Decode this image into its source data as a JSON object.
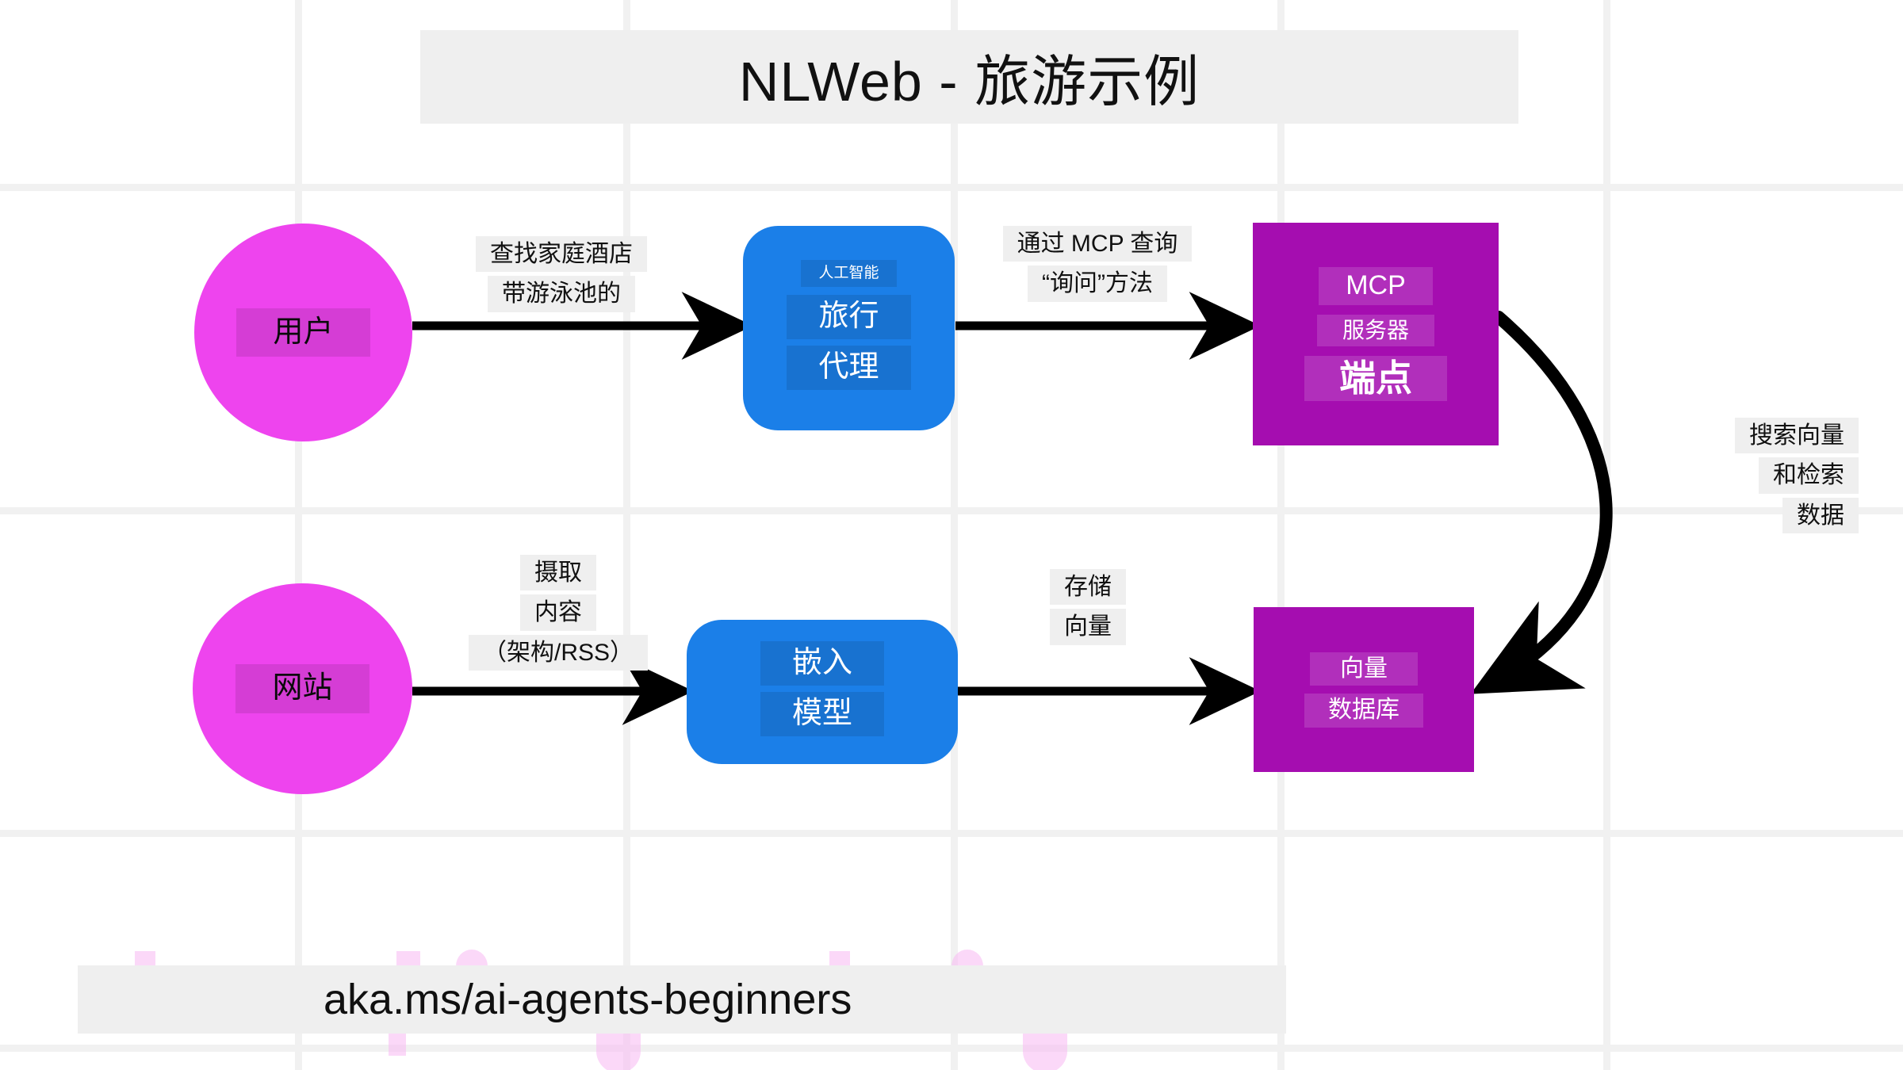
{
  "title": "NLWeb - 旅游示例",
  "footer": "aka.ms/ai-agents-beginners",
  "colors": {
    "magenta": "#EE44EE",
    "blue": "#1B7FE8",
    "purple": "#A50DB0",
    "label_bg": "#EFEFEF",
    "gridline": "#F1F1F1",
    "arrow": "#000000"
  },
  "nodes": {
    "user": {
      "label": "用户"
    },
    "agent": {
      "line1": "人工智能",
      "line2": "旅行",
      "line3": "代理"
    },
    "mcp_server": {
      "line1": "MCP",
      "line2": "服务器",
      "line3": "端点"
    },
    "website": {
      "label": "网站"
    },
    "embedding": {
      "line1": "嵌入",
      "line2": "模型"
    },
    "vector_db": {
      "line1": "向量",
      "line2": "数据库"
    }
  },
  "edges": {
    "user_to_agent": {
      "line1": "查找家庭酒店",
      "line2": "带游泳池的"
    },
    "agent_to_mcp": {
      "line1": "通过 MCP 查询",
      "line2": "“询问”方法"
    },
    "mcp_to_vectordb": {
      "line1": "搜索向量",
      "line2": "和检索",
      "line3": "数据"
    },
    "website_to_embedding": {
      "line1": "摄取",
      "line2": "内容",
      "line3": "（架构/RSS）"
    },
    "embedding_to_vectordb": {
      "line1": "存储",
      "line2": "向量"
    }
  }
}
